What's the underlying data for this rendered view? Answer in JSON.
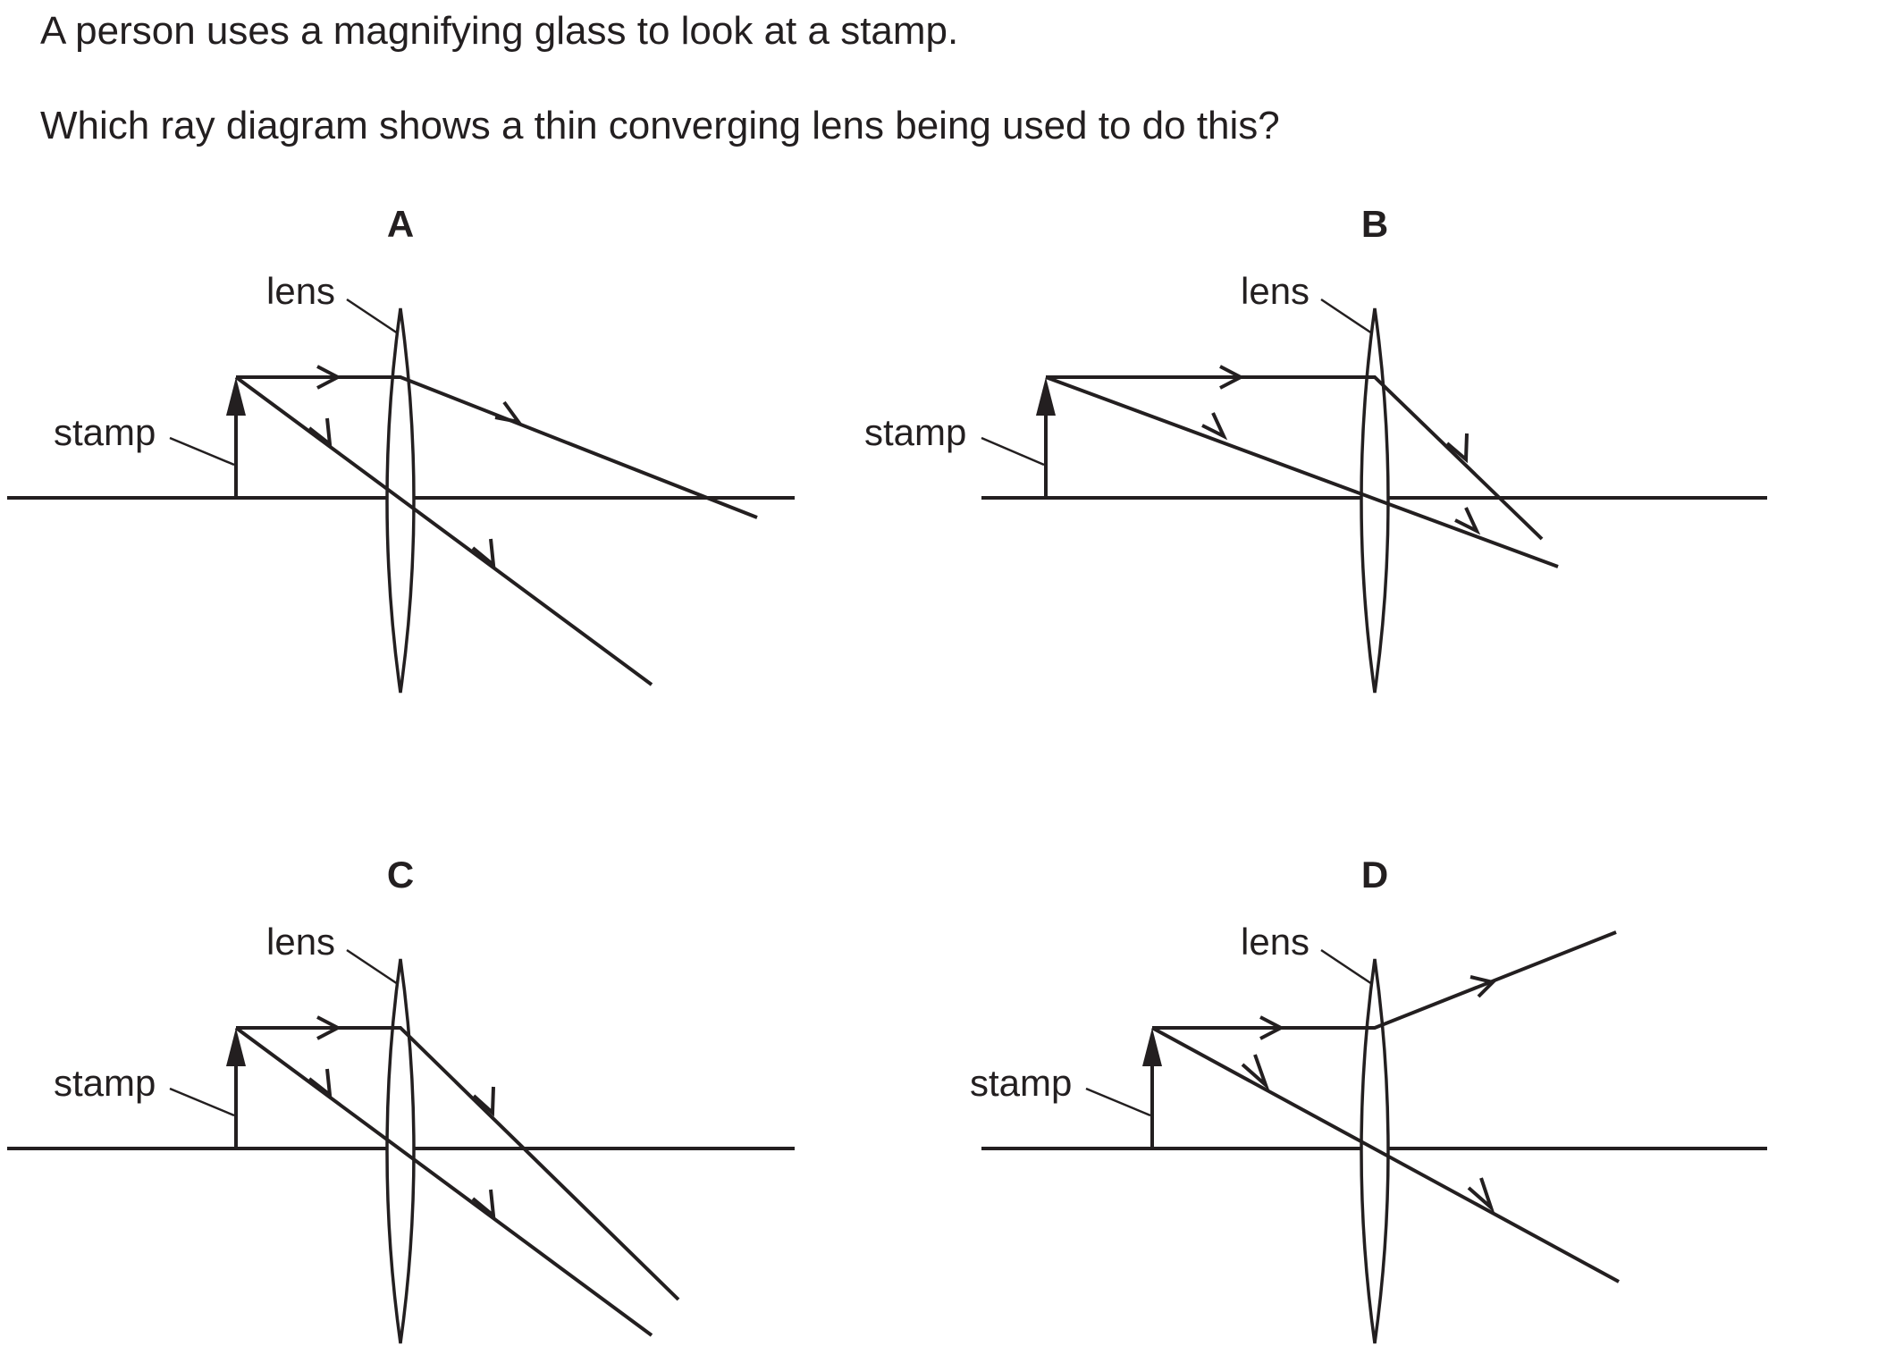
{
  "question": {
    "line1": "A person uses a magnifying glass to look at a stamp.",
    "line2": "Which ray diagram shows a thin converging lens being used to do this?"
  },
  "labels": {
    "lens": "lens",
    "stamp": "stamp"
  },
  "diagrams": [
    {
      "letter": "A"
    },
    {
      "letter": "B"
    },
    {
      "letter": "C"
    },
    {
      "letter": "D"
    }
  ],
  "colors": {
    "ink": "#231f20"
  }
}
